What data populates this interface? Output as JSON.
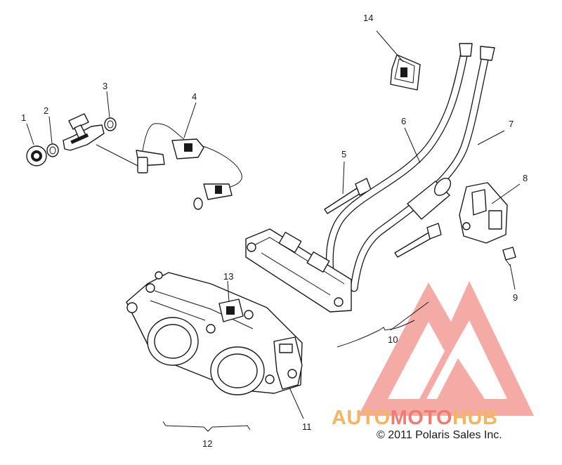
{
  "callouts": {
    "c1": "1",
    "c2": "2",
    "c3": "3",
    "c4": "4",
    "c5": "5",
    "c6": "6",
    "c7": "7",
    "c8": "8",
    "c9": "9",
    "c10": "10",
    "c11": "11",
    "c12": "12",
    "c13": "13",
    "c14": "14"
  },
  "watermark": {
    "part1": "AUTO",
    "part2": "MOTO",
    "part3": "HUB",
    "color_orange": "#f5b461",
    "color_red": "#ef7b72",
    "logo_color": "#f4a39c"
  },
  "copyright": "© 2011 Polaris Sales Inc."
}
